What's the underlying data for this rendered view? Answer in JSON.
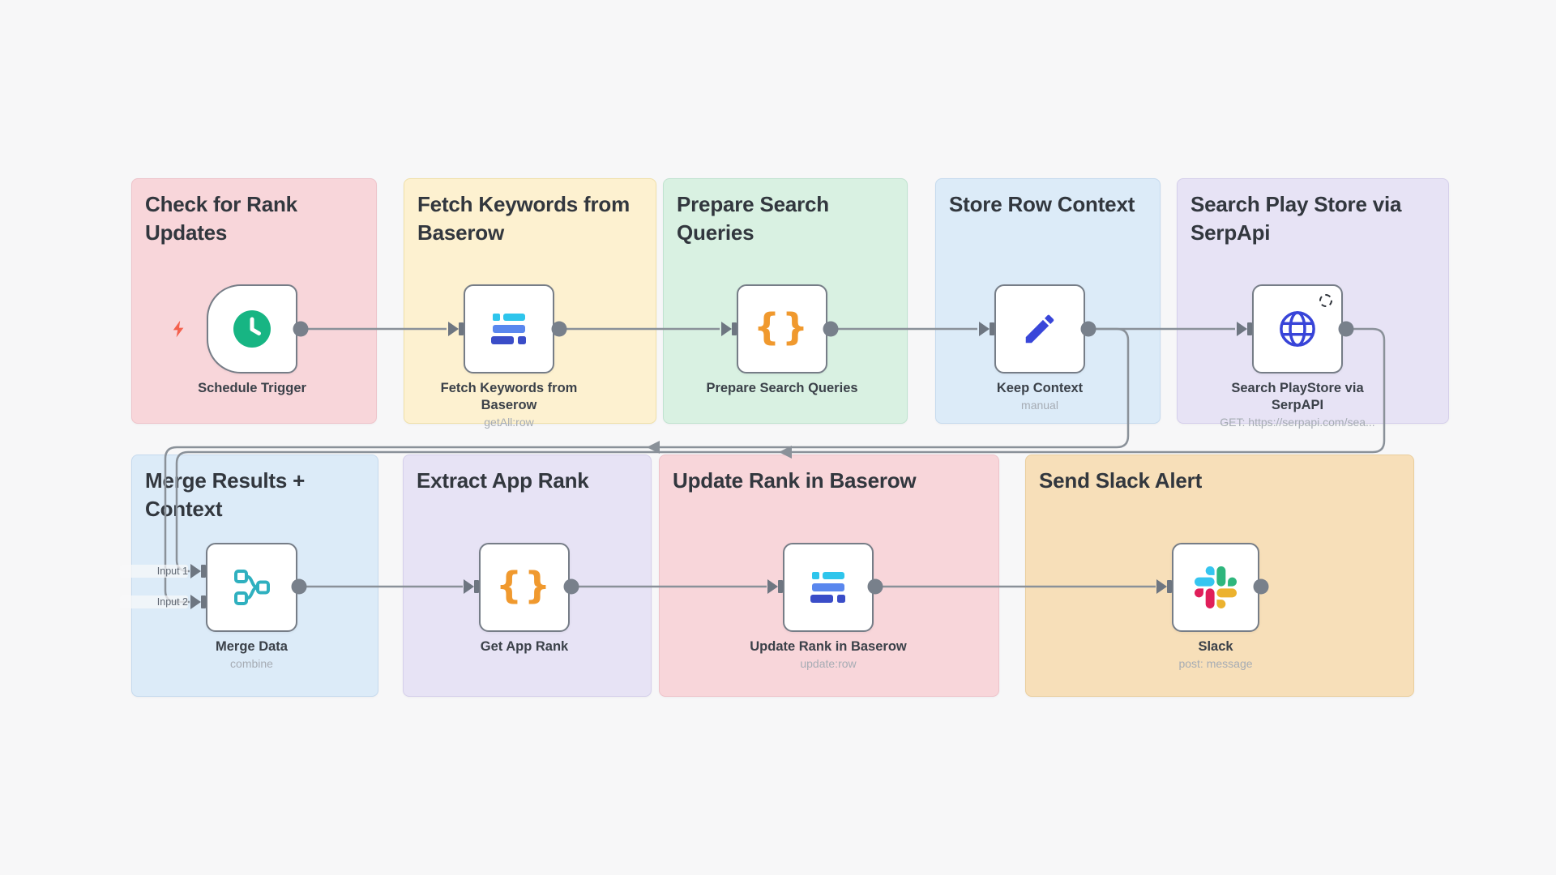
{
  "canvas": {
    "background": "#f7f7f8"
  },
  "groups": [
    {
      "id": "check-rank-updates",
      "title": "Check for Rank Updates",
      "color": "#f8d6da"
    },
    {
      "id": "fetch-keywords",
      "title": "Fetch Keywords from Baserow",
      "color": "#fdf1d0"
    },
    {
      "id": "prepare-queries",
      "title": "Prepare Search Queries",
      "color": "#d9f1e2"
    },
    {
      "id": "store-row-context",
      "title": "Store Row Context",
      "color": "#dcebf8"
    },
    {
      "id": "search-play-store",
      "title": "Search Play Store via SerpApi",
      "color": "#e7e3f5"
    },
    {
      "id": "merge-results",
      "title": "Merge Results + Context",
      "color": "#dcebf8"
    },
    {
      "id": "extract-app-rank",
      "title": "Extract App Rank",
      "color": "#e7e3f5"
    },
    {
      "id": "update-rank",
      "title": "Update Rank in Baserow",
      "color": "#f8d6da"
    },
    {
      "id": "send-slack-alert",
      "title": "Send Slack Alert",
      "color": "#f7dfb9"
    }
  ],
  "nodes": [
    {
      "id": "schedule-trigger",
      "label": "Schedule Trigger",
      "sublabel": "",
      "icon": "clock-icon"
    },
    {
      "id": "fetch-keywords-node",
      "label": "Fetch Keywords from Baserow",
      "sublabel": "getAll:row",
      "icon": "baserow-icon"
    },
    {
      "id": "prepare-search-queries",
      "label": "Prepare Search Queries",
      "sublabel": "",
      "icon": "code-braces-icon"
    },
    {
      "id": "keep-context",
      "label": "Keep Context",
      "sublabel": "manual",
      "icon": "pencil-icon"
    },
    {
      "id": "search-playstore-serpapi",
      "label": "Search PlayStore via SerpAPI",
      "sublabel": "GET: https://serpapi.com/sea...",
      "icon": "globe-icon"
    },
    {
      "id": "merge-data",
      "label": "Merge Data",
      "sublabel": "combine",
      "icon": "merge-icon"
    },
    {
      "id": "get-app-rank",
      "label": "Get App Rank",
      "sublabel": "",
      "icon": "code-braces-icon"
    },
    {
      "id": "update-rank-baserow",
      "label": "Update Rank in Baserow",
      "sublabel": "update:row",
      "icon": "baserow-icon"
    },
    {
      "id": "slack-node",
      "label": "Slack",
      "sublabel": "post: message",
      "icon": "slack-icon"
    }
  ],
  "port_labels": {
    "input1": "Input 1",
    "input2": "Input 2"
  },
  "connections": [
    {
      "from": "schedule-trigger",
      "to": "fetch-keywords-node"
    },
    {
      "from": "fetch-keywords-node",
      "to": "prepare-search-queries"
    },
    {
      "from": "prepare-search-queries",
      "to": "keep-context"
    },
    {
      "from": "keep-context",
      "to": "search-playstore-serpapi"
    },
    {
      "from": "search-playstore-serpapi",
      "to": "merge-data (Input 1)"
    },
    {
      "from": "keep-context",
      "to": "merge-data (Input 2)"
    },
    {
      "from": "merge-data",
      "to": "get-app-rank"
    },
    {
      "from": "get-app-rank",
      "to": "update-rank-baserow"
    },
    {
      "from": "update-rank-baserow",
      "to": "slack-node"
    }
  ],
  "colors": {
    "wire": "#8a9199",
    "port": "#6e7681",
    "node_border": "#767d87",
    "trigger_bolt": "#f4614e",
    "clock_green": "#17b583",
    "braces_orange": "#f0992e",
    "pencil_indigo": "#3946d9",
    "globe_indigo": "#3844d8",
    "merge_teal": "#2fb0bf",
    "baserow_cyan": "#2ec5ec",
    "baserow_blue": "#5a87ee",
    "baserow_indigo": "#3a4dc8",
    "slack_blue": "#36C5F0",
    "slack_green": "#2EB67D",
    "slack_yellow": "#ECB22E",
    "slack_red": "#E01E5A"
  }
}
